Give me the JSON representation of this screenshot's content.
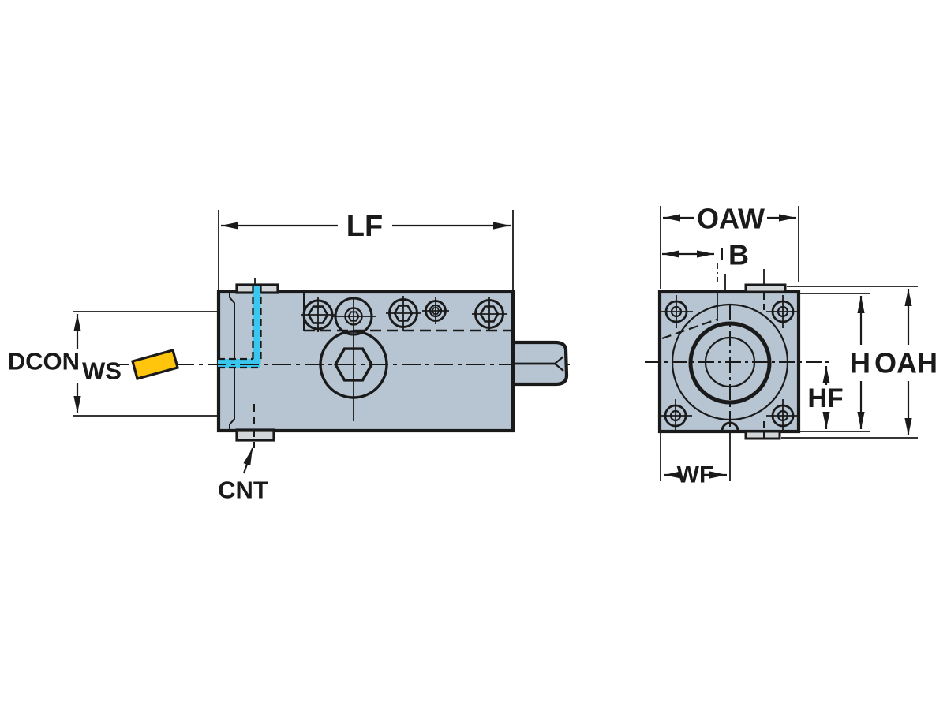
{
  "drawing": {
    "kind": "technical-dimension-drawing",
    "views": {
      "side_view_name": "side view",
      "front_view_name": "front view"
    }
  },
  "labels": {
    "lf": "LF",
    "dcon": "DCON",
    "ws": "WS",
    "cnt": "CNT",
    "oaw": "OAW",
    "b": "B",
    "h": "H",
    "oah": "OAH",
    "hf": "HF",
    "wf": "WF"
  },
  "colors": {
    "body_fill": "#b7c5d2",
    "tab_fill": "#d3d7da",
    "slot_highlight": "#3ac6ef",
    "insert_yellow": "#fec50c",
    "line": "#1a1a1a",
    "background": "#ffffff"
  }
}
